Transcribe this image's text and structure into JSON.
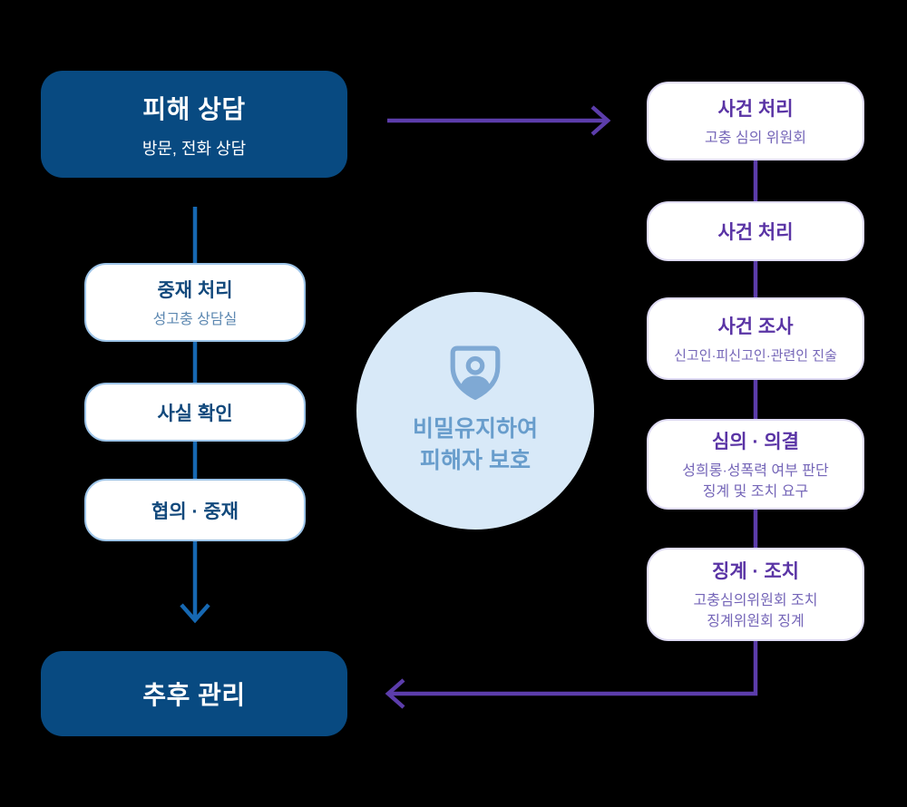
{
  "diagram_title": "grievance-handling-process-flowchart",
  "colors": {
    "background": "#000000",
    "navy_box": "#084a81",
    "blue_line": "#1668b2",
    "purple_line": "#5c3dab",
    "purple_title": "#5a34a5",
    "purple_subtitle": "#7566b8",
    "left_box_border": "#9dc4e8",
    "right_box_border": "#dedaf3",
    "left_title": "#12497c",
    "left_subtitle": "#5d88b1",
    "circle_fill": "#d8e9f8",
    "circle_icon": "#7fa9d4",
    "circle_text": "#689dcc"
  },
  "start_box": {
    "title": "피해 상담",
    "subtitle": "방문, 전화 상담"
  },
  "end_box": {
    "title": "추후 관리"
  },
  "left_steps": [
    {
      "title": "중재 처리",
      "subtitle": "성고충 상담실"
    },
    {
      "title": "사실 확인"
    },
    {
      "title": "협의 · 중재"
    }
  ],
  "right_steps": [
    {
      "title": "사건 처리",
      "sub1": "고충 심의 위원회"
    },
    {
      "title": "사건 처리"
    },
    {
      "title": "사건 조사",
      "sub1": "신고인·피신고인·관련인 진술"
    },
    {
      "title": "심의 · 의결",
      "sub1": "성희롱·성폭력 여부 판단",
      "sub2": "징계 및 조치 요구"
    },
    {
      "title": "징계 · 조치",
      "sub1": "고충심의위원회 조치",
      "sub2": "징계위원회 징계"
    }
  ],
  "center_circle": {
    "icon": "shield-person-icon",
    "line1": "비밀유지하여",
    "line2": "피해자 보호"
  }
}
